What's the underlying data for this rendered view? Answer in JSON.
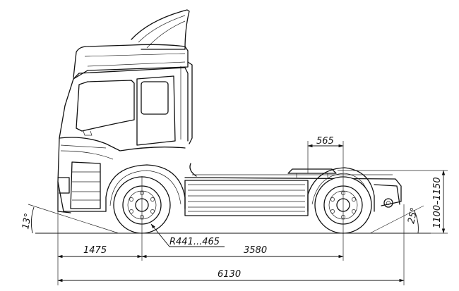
{
  "dimensions": {
    "front_overhang": "1475",
    "wheelbase": "3580",
    "overall_length": "6130",
    "fifth_wheel_offset": "565",
    "fifth_wheel_height": "1100–1150",
    "approach_angle": "13°",
    "departure_angle": "25°",
    "turning_radius": "R441...465"
  }
}
